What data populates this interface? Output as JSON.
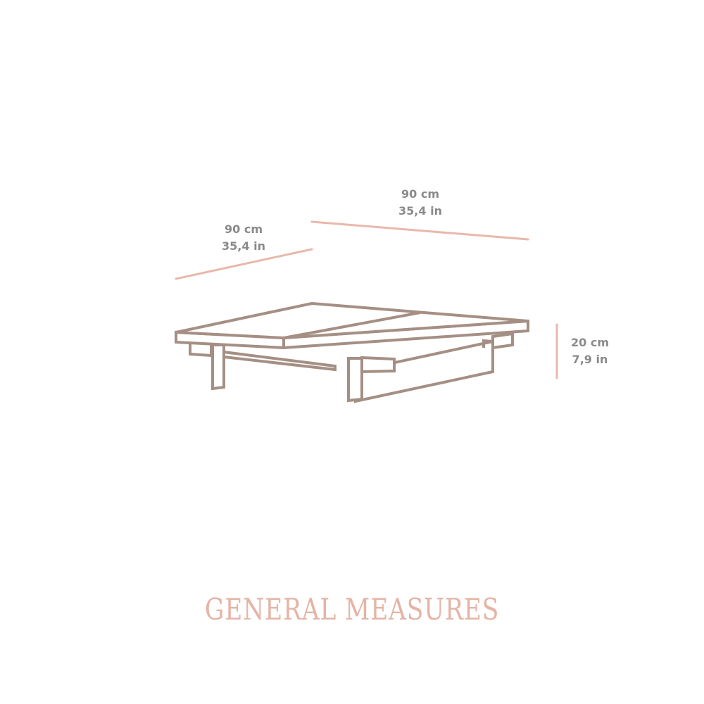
{
  "dimensions": {
    "width": {
      "metric": "90 cm",
      "imperial": "35,4 in"
    },
    "depth": {
      "metric": "90 cm",
      "imperial": "35,4 in"
    },
    "height": {
      "metric": "20 cm",
      "imperial": "7,9 in"
    }
  },
  "title": "GENERAL MEASURES",
  "colors": {
    "outline": "#a58f84",
    "dimension_line": "#e8b8ab",
    "dimension_text": "#8a8a8a",
    "title": "#e5b4a5",
    "background": "#ffffff"
  }
}
